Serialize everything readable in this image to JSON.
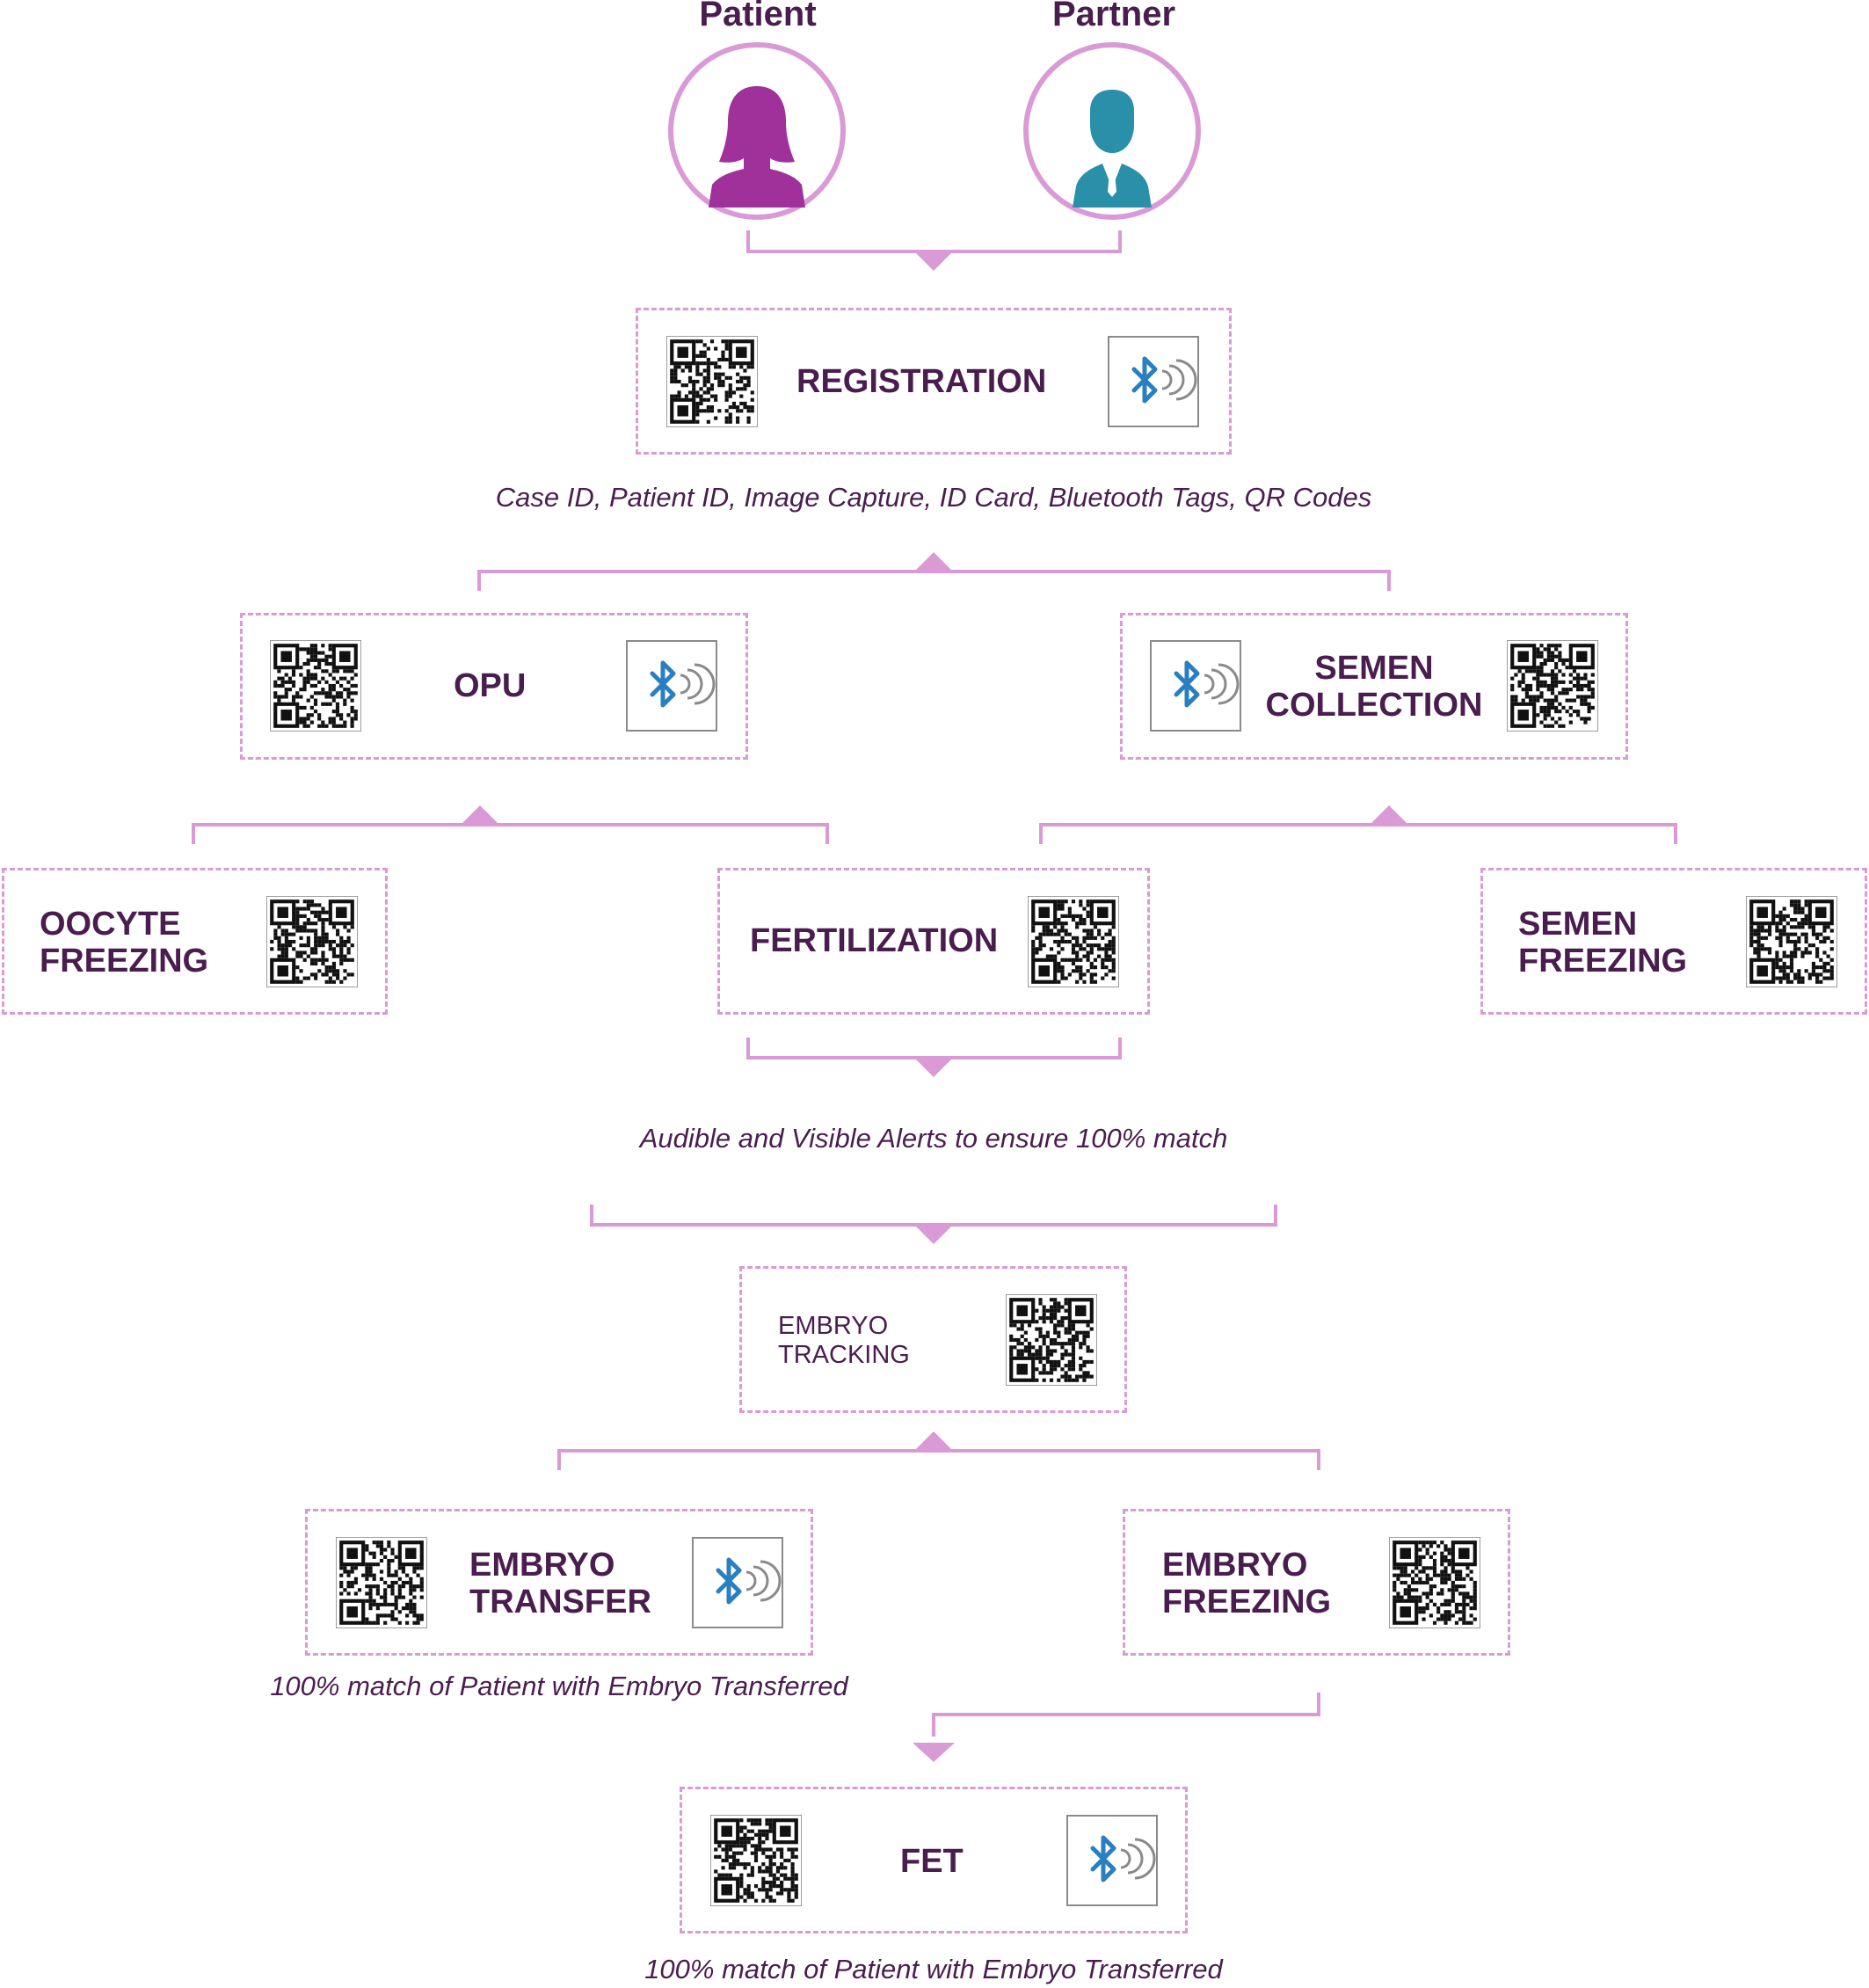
{
  "persons": {
    "patient_label": "Patient",
    "partner_label": "Partner",
    "patient_icon": "female-user-icon",
    "partner_icon": "male-user-icon",
    "patient_color": "#a0309a",
    "partner_color": "#2a8fa8"
  },
  "nodes": {
    "registration": "REGISTRATION",
    "opu": "OPU",
    "semen_collection": "SEMEN\nCOLLECTION",
    "oocyte_freezing": "OOCYTE\nFREEZING",
    "fertilization": "FERTILIZATION",
    "semen_freezing": "SEMEN\nFREEZING",
    "embryo_tracking": "EMBRYO\nTRACKING",
    "embryo_transfer": "EMBRYO\nTRANSFER",
    "embryo_freezing": "EMBRYO\nFREEZING",
    "fet": "FET"
  },
  "captions": {
    "registration": "Case ID, Patient ID, Image Capture, ID Card, Bluetooth Tags, QR Codes",
    "alerts": "Audible and Visible Alerts to ensure 100% match",
    "embryo_transfer": "100% match of Patient with Embryo Transferred",
    "fet": "100% match of Patient with Embryo Transferred"
  },
  "icons": {
    "qr": "qr-code-icon",
    "bluetooth": "bluetooth-tag-icon"
  },
  "colors": {
    "connector": "#d99ad6",
    "text": "#4a1d4f",
    "bluetooth": "#2a7fc0"
  }
}
